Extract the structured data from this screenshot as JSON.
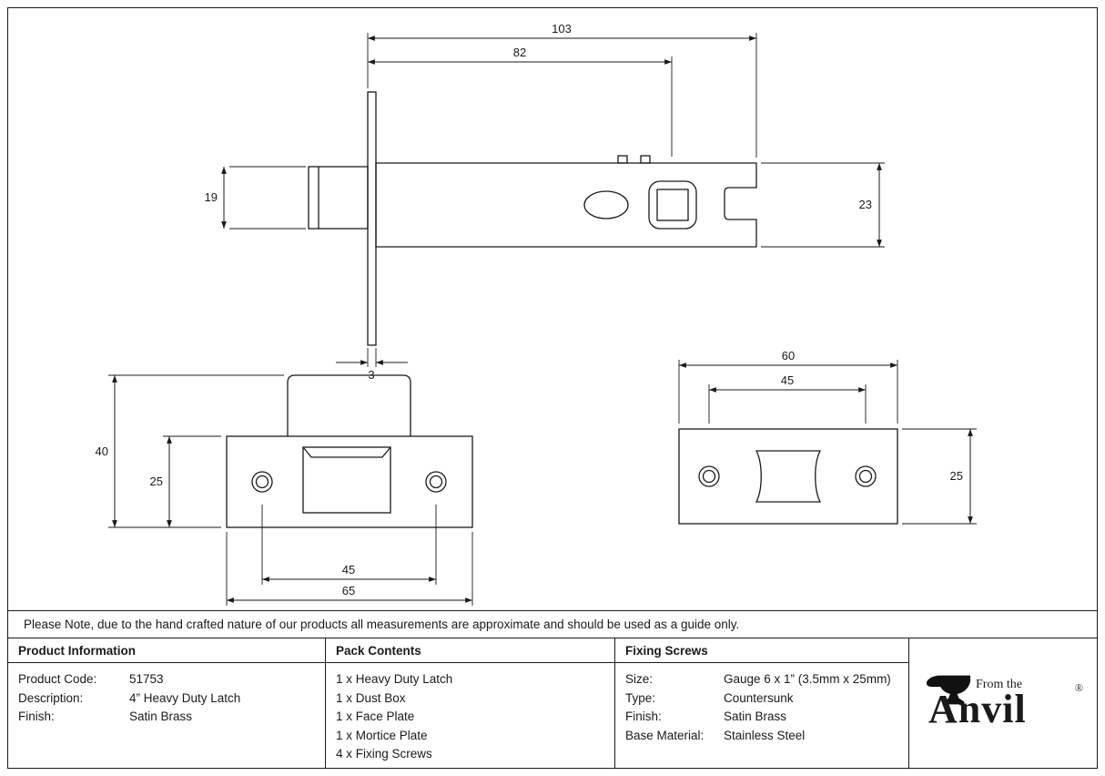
{
  "note": "Please Note, due to the hand crafted nature of our products all measurements are approximate and should be used as a guide only.",
  "drawings": {
    "latch_side_view": {
      "overall_length": "103",
      "backset": "82",
      "bolt_height": "19",
      "case_height": "23",
      "faceplate_thickness": "3"
    },
    "face_plate": {
      "total_height": "40",
      "plate_height": "25",
      "screw_centres": "45",
      "plate_width": "65"
    },
    "mortice_plate": {
      "plate_width": "60",
      "screw_centres": "45",
      "plate_height": "25"
    }
  },
  "table": {
    "product_information": {
      "header": "Product Information",
      "rows": [
        {
          "label": "Product Code:",
          "value": "51753"
        },
        {
          "label": "Description:",
          "value": "4” Heavy Duty Latch"
        },
        {
          "label": "Finish:",
          "value": "Satin Brass"
        }
      ]
    },
    "pack_contents": {
      "header": "Pack Contents",
      "items": [
        "1 x Heavy Duty Latch",
        "1 x Dust Box",
        "1 x Face Plate",
        "1 x Mortice Plate",
        "4 x Fixing Screws"
      ]
    },
    "fixing_screws": {
      "header": "Fixing Screws",
      "rows": [
        {
          "label": "Size:",
          "value": "Gauge 6 x 1” (3.5mm x 25mm)"
        },
        {
          "label": "Type:",
          "value": "Countersunk"
        },
        {
          "label": "Finish:",
          "value": "Satin Brass"
        },
        {
          "label": "Base Material:",
          "value": "Stainless Steel"
        }
      ]
    }
  },
  "logo": {
    "tagline": "From the",
    "brand": "Anvil",
    "registered": "®"
  }
}
